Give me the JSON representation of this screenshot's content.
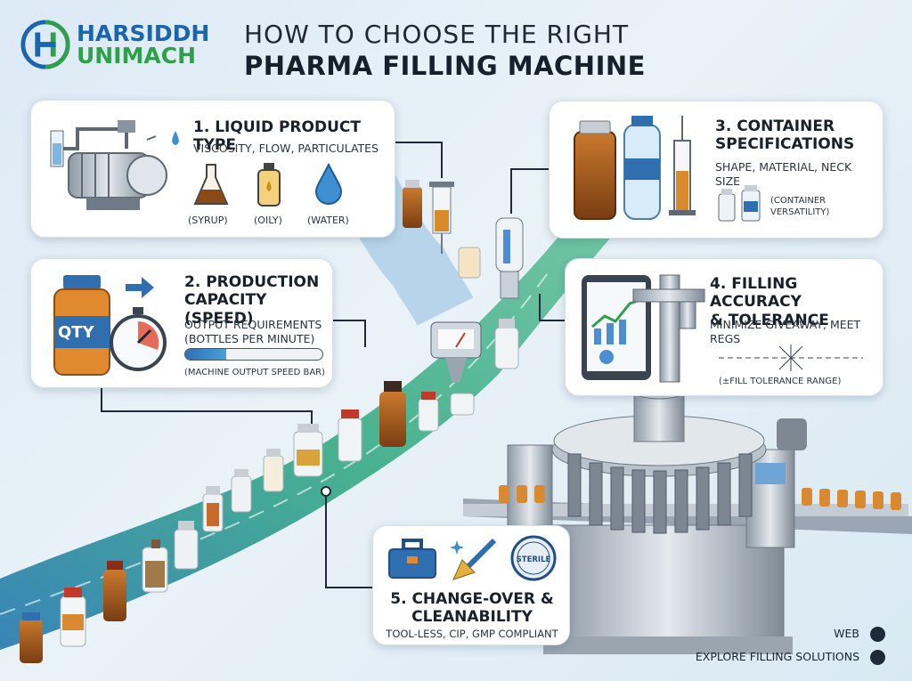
{
  "brand": {
    "line1": "HARSIDDH",
    "line2": "UNIMACH"
  },
  "title": {
    "line1": "HOW TO CHOOSE THE RIGHT",
    "line2": "PHARMA FILLING MACHINE"
  },
  "cards": [
    {
      "title": "1. LIQUID PRODUCT TYPE",
      "subtitle": "VISCOSITY, FLOW, PARTICULATES",
      "labels": [
        "(SYRUP)",
        "(OILY)",
        "(WATER)"
      ]
    },
    {
      "title_l1": "2. PRODUCTION",
      "title_l2": "CAPACITY (SPEED)",
      "subtitle_l1": "OUTPUT REQUIREMENTS",
      "subtitle_l2": "(BOTTLES PER MINUTE)",
      "badge": "QTY",
      "bar_label": "(MACHINE OUTPUT SPEED BAR)",
      "bar_fill": 0.3
    },
    {
      "title_l1": "3. CONTAINER",
      "title_l2": "SPECIFICATIONS",
      "subtitle_l1": "SHAPE, MATERIAL, NECK",
      "subtitle_l2": "SIZE",
      "note_l1": "(CONTAINER",
      "note_l2": "VERSATILITY)"
    },
    {
      "title_l1": "4. FILLING ACCURACY",
      "title_l2": "& TOLERANCE",
      "subtitle_l1": "MINIMIZE GIVEAWAY, MEET",
      "subtitle_l2": "REGS",
      "note": "(±FILL TOLERANCE RANGE)"
    },
    {
      "title_l1": "5. CHANGE-OVER &",
      "title_l2": "CLEANABILITY",
      "subtitle": "TOOL-LESS, CIP, GMP COMPLIANT",
      "badge": "STERILE"
    }
  ],
  "footer": {
    "web": "WEB",
    "cta": "EXPLORE FILLING SOLUTIONS"
  },
  "colors": {
    "brand_blue": "#1b65ad",
    "brand_green": "#2ea04a",
    "conveyor": "#3aa3c6",
    "amber": "#b5651d"
  }
}
